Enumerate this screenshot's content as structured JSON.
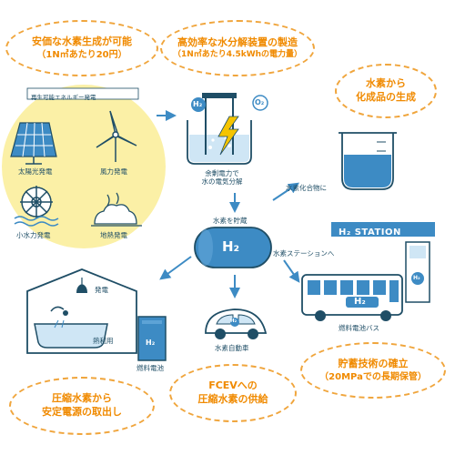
{
  "bubbles": {
    "cheap_production": {
      "line1": "安価な水素生成が可能",
      "line2": "（1N㎥あたり20円）"
    },
    "electrolysis": {
      "line1": "高効率な水分解装置の製造",
      "line2": "（1N㎥あたり4.5kWhの電力量）"
    },
    "chemicals": {
      "line1": "水素から",
      "line2": "化成品の生成"
    },
    "storage_tech": {
      "line1": "貯蓄技術の確立",
      "line2": "（20MPaでの長期保管）"
    },
    "fcev": {
      "line1": "FCEVへの",
      "line2": "圧縮水素の供給"
    },
    "stable_power": {
      "line1": "圧縮水素から",
      "line2": "安定電源の取出し"
    }
  },
  "renewables": {
    "title": "再生可能エネルギー発電",
    "solar": "太陽光発電",
    "wind": "風力発電",
    "hydro": "小水力発電",
    "geothermal": "地熱発電"
  },
  "electrolyzer": {
    "h2_badge": "H₂",
    "o2_badge": "O₂",
    "caption_line1": "余剰電力で",
    "caption_line2": "水の電気分解"
  },
  "storage": {
    "caption": "水素を貯蔵",
    "tank_label": "H₂"
  },
  "chemical_compounds": {
    "caption": "水素化合物に"
  },
  "station": {
    "sign": "H₂ STATION",
    "caption": "水素ステーションへ",
    "pump_label": "H₂"
  },
  "bus": {
    "caption": "燃料電池バス",
    "label": "H₂"
  },
  "car": {
    "caption": "水素自動車",
    "label": "H₂"
  },
  "house": {
    "power_label": "発電",
    "heat_label": "熱利用",
    "fuel_cell_label": "燃料電池",
    "fuel_cell_badge": "H₂"
  },
  "colors": {
    "accent_orange": "#f0a53c",
    "navy": "#1f4e66",
    "blue": "#3d8bc4",
    "light_blue": "#cfe6f5",
    "yellow": "#fbf0a6"
  }
}
